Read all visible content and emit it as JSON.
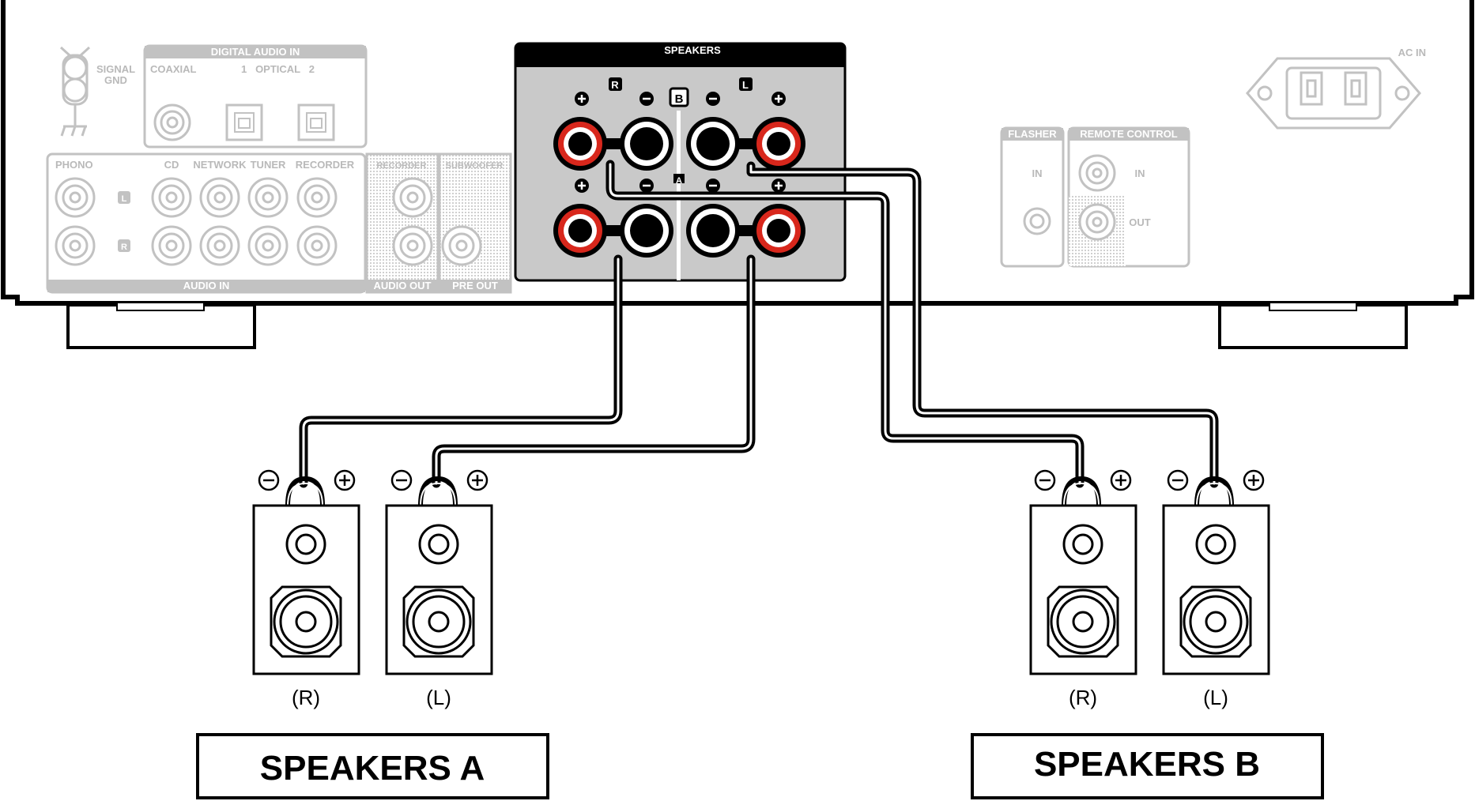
{
  "receiver": {
    "signal_gnd_line1": "SIGNAL",
    "signal_gnd_line2": "GND",
    "digital_audio_in": "DIGITAL AUDIO IN",
    "coaxial": "COAXIAL",
    "optical": "1   OPTICAL   2",
    "phono": "PHONO",
    "cd": "CD",
    "network": "NETWORK",
    "tuner": "TUNER",
    "recorder": "RECORDER",
    "recorder_out": "RECORDER",
    "subwoofer": "SUBWOOFER",
    "audio_in": "AUDIO IN",
    "audio_out": "AUDIO OUT",
    "pre_out": "PRE OUT",
    "ch_l": "L",
    "ch_r": "R",
    "speakers_header": "SPEAKERS",
    "term_r": "R",
    "term_l": "L",
    "term_b": "B",
    "term_a": "A",
    "flasher": "FLASHER",
    "flasher_in": "IN",
    "remote_control": "REMOTE CONTROL",
    "remote_in": "IN",
    "remote_out": "OUT",
    "ac_in": "AC IN"
  },
  "speakers": {
    "a_r": "(R)",
    "a_l": "(L)",
    "b_r": "(R)",
    "b_l": "(L)",
    "group_a": "SPEAKERS A",
    "group_b": "SPEAKERS B"
  },
  "colors": {
    "terminal_red": "#d8271c",
    "panel_gray": "#c9c9c9",
    "faded_gray": "#b9b9b9"
  }
}
